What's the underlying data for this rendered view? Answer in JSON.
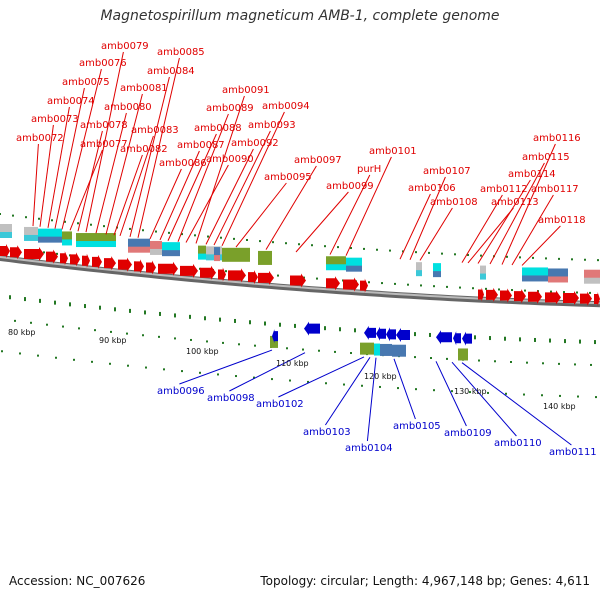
{
  "title": "Magnetospirillum magneticum AMB-1, complete genome",
  "footer": {
    "accession": "Accession: NC_007626",
    "topology": "Topology: circular; Length: 4,967,148 bp; Genes: 4,611"
  },
  "colors": {
    "forward": "#e00000",
    "reverse": "#0000cc",
    "tick": "#227722",
    "backbone": "#888888"
  },
  "ticks": [
    "80 kbp",
    "90 kbp",
    "100 kbp",
    "110 kbp",
    "120 kbp",
    "130 kbp",
    "140 kbp"
  ],
  "forward_labels": [
    "amb0072",
    "amb0073",
    "amb0074",
    "amb0075",
    "amb0076",
    "amb0077",
    "amb0078",
    "amb0079",
    "amb0080",
    "amb0081",
    "amb0082",
    "amb0083",
    "amb0084",
    "amb0085",
    "amb0086",
    "amb0087",
    "amb0088",
    "amb0089",
    "amb0090",
    "amb0091",
    "amb0092",
    "amb0093",
    "amb0094",
    "amb0095",
    "amb0097",
    "amb0099",
    "purH",
    "amb0101",
    "amb0106",
    "amb0107",
    "amb0108",
    "amb0112",
    "amb0113",
    "amb0114",
    "amb0115",
    "amb0116",
    "amb0117",
    "amb0118"
  ],
  "reverse_labels": [
    "amb0096",
    "amb0098",
    "amb0102",
    "amb0103",
    "amb0104",
    "amb0105",
    "amb0109",
    "amb0110",
    "amb0111"
  ]
}
